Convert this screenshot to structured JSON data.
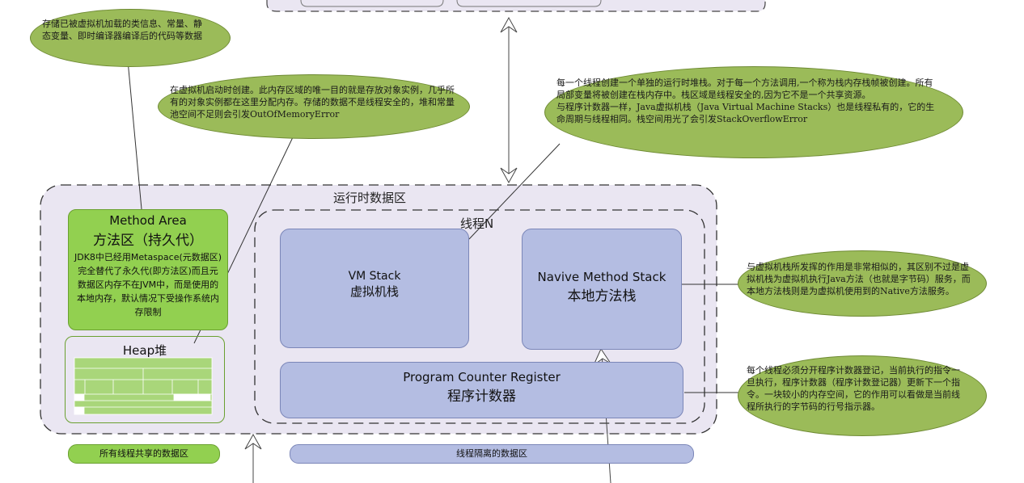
{
  "callouts": {
    "method_area_note": "存储已被虚拟机加载的类信息、常量、静态变量、即时编译器编译后的代码等数据",
    "heap_note": "在虚拟机启动时创建。此内存区域的唯一目的就是存放对象实例，几乎所有的对象实例都在这里分配内存。存储的数据不是线程安全的，堆和常量池空间不足则会引发OutOfMemoryError",
    "vm_stack_note_1": "每一个线程创建一个单独的运行时堆栈。对于每一个方法调用,一个称为栈内存栈帧被创建。所有局部变量将被创建在栈内存中。栈区域是线程安全的,因为它不是一个共享资源。",
    "vm_stack_note_2": "与程序计数器一样，Java虚拟机栈（Java Virtual Machine Stacks）也是线程私有的，它的生命周期与线程相同。栈空间用光了会引发StackOverflowError",
    "native_note": "与虚拟机栈所发挥的作用是非常相似的，其区别不过是虚拟机栈为虚拟机执行Java方法（也就是字节码）服务，而本地方法栈则是为虚拟机使用到的Native方法服务。",
    "pc_note": "每个线程必须分开程序计数器登记，当前执行的指令一旦执行，程序计数器（程序计数登记器）更新下一个指令。一块较小的内存空间，它的作用可以看做是当前线程所执行的字节码的行号指示器。"
  },
  "runtime_area": {
    "label": "运行时数据区"
  },
  "thread_area": {
    "label": "线程N"
  },
  "method_area": {
    "title_en": "Method Area",
    "title_zh": "方法区（持久代）",
    "desc": "JDK8中已经用Metaspace(元数据区)完全替代了永久代(即方法区)而且元数据区内存不在JVM中，而是使用的本地内存，默认情况下受操作系统内存限制"
  },
  "heap": {
    "title": "Heap堆"
  },
  "vm_stack": {
    "title_en": "VM Stack",
    "title_zh": "虚拟机栈"
  },
  "native_stack": {
    "title_en": "Navive Method Stack",
    "title_zh": "本地方法栈"
  },
  "pc_register": {
    "title_en": "Program Counter Register",
    "title_zh": "程序计数器"
  },
  "legend": {
    "shared": "所有线程共享的数据区",
    "isolated": "线程隔离的数据区"
  },
  "colors": {
    "callout_green": "#9bbb59",
    "shared_green": "#92d050",
    "isolated_blue": "#b4bde2",
    "region_fill": "#eae6f2"
  }
}
